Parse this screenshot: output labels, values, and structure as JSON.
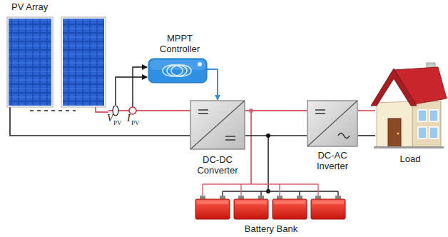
{
  "diagram": {
    "nodes": [
      {
        "text": [
          "PV Array"
        ]
      },
      {
        "text": [
          "MPPT Controller"
        ]
      },
      {
        "text": [
          "DC-DC Converter"
        ]
      },
      {
        "text": [
          "DC-AC Inverter"
        ]
      },
      {
        "text": [
          "Load"
        ]
      },
      {
        "text": [
          "Battery Bank"
        ]
      }
    ],
    "edges": [
      {
        "from": 0,
        "to": 2,
        "arrow": "none"
      },
      {
        "from": 1,
        "to": 2,
        "arrow": "to"
      },
      {
        "from": 2,
        "to": 3,
        "arrow": "none"
      },
      {
        "from": 3,
        "to": 4,
        "arrow": "none"
      },
      {
        "from": 2,
        "to": 5,
        "arrow": "none"
      }
    ],
    "labels": [
      "V",
      "PV",
      "I",
      "PV"
    ]
  }
}
